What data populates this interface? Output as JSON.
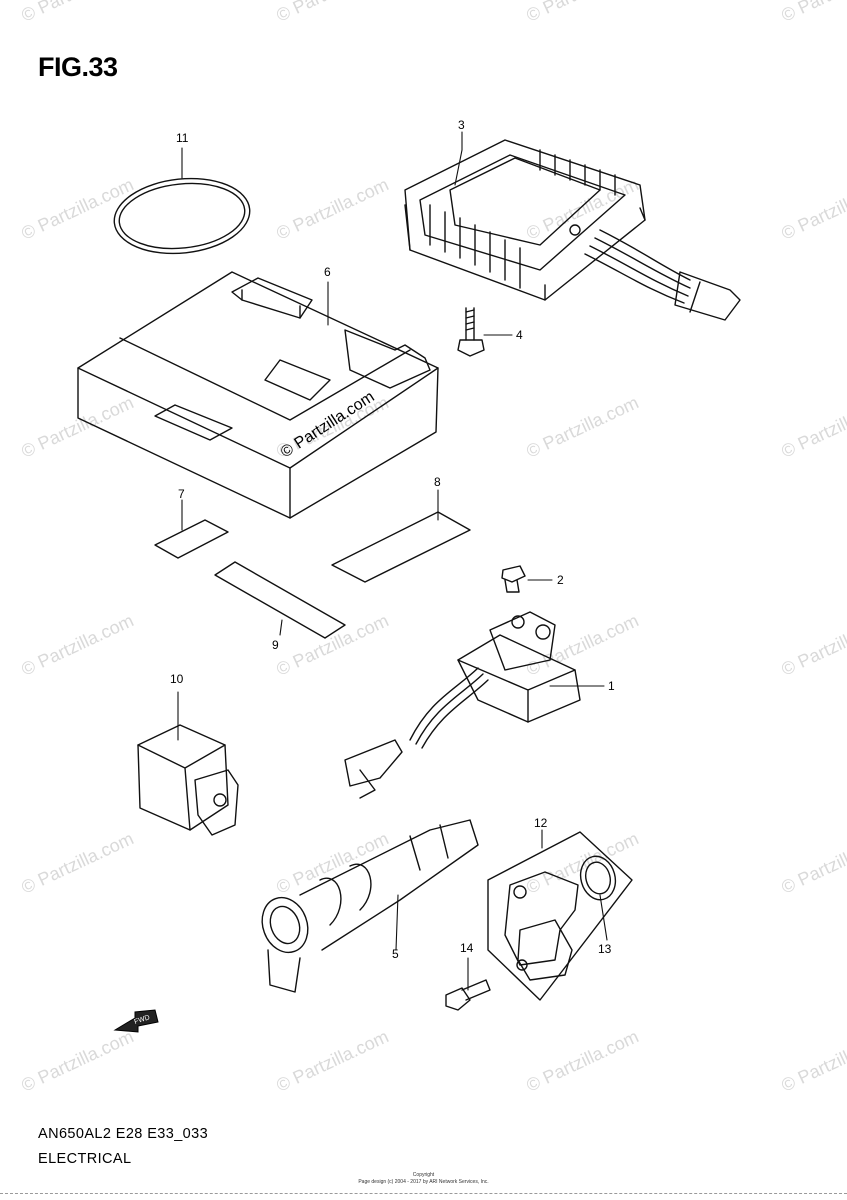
{
  "figure": {
    "title": "FIG.33",
    "model_code": "AN650AL2 E28 E33_033",
    "section": "ELECTRICAL",
    "copyright": "Copyright",
    "copyright_sub": "Page design (c) 2004 - 2017 by ARI Network Services, Inc."
  },
  "watermark": {
    "text": "© Partzilla.com",
    "center_text": "© Partzilla.com"
  },
  "callouts": {
    "c1": "1",
    "c2": "2",
    "c3": "3",
    "c4": "4",
    "c5": "5",
    "c6": "6",
    "c7": "7",
    "c8": "8",
    "c9": "9",
    "c10": "10",
    "c11": "11",
    "c12": "12",
    "c13": "13",
    "c14": "14"
  },
  "direction_arrow": {
    "label": "FWD"
  }
}
